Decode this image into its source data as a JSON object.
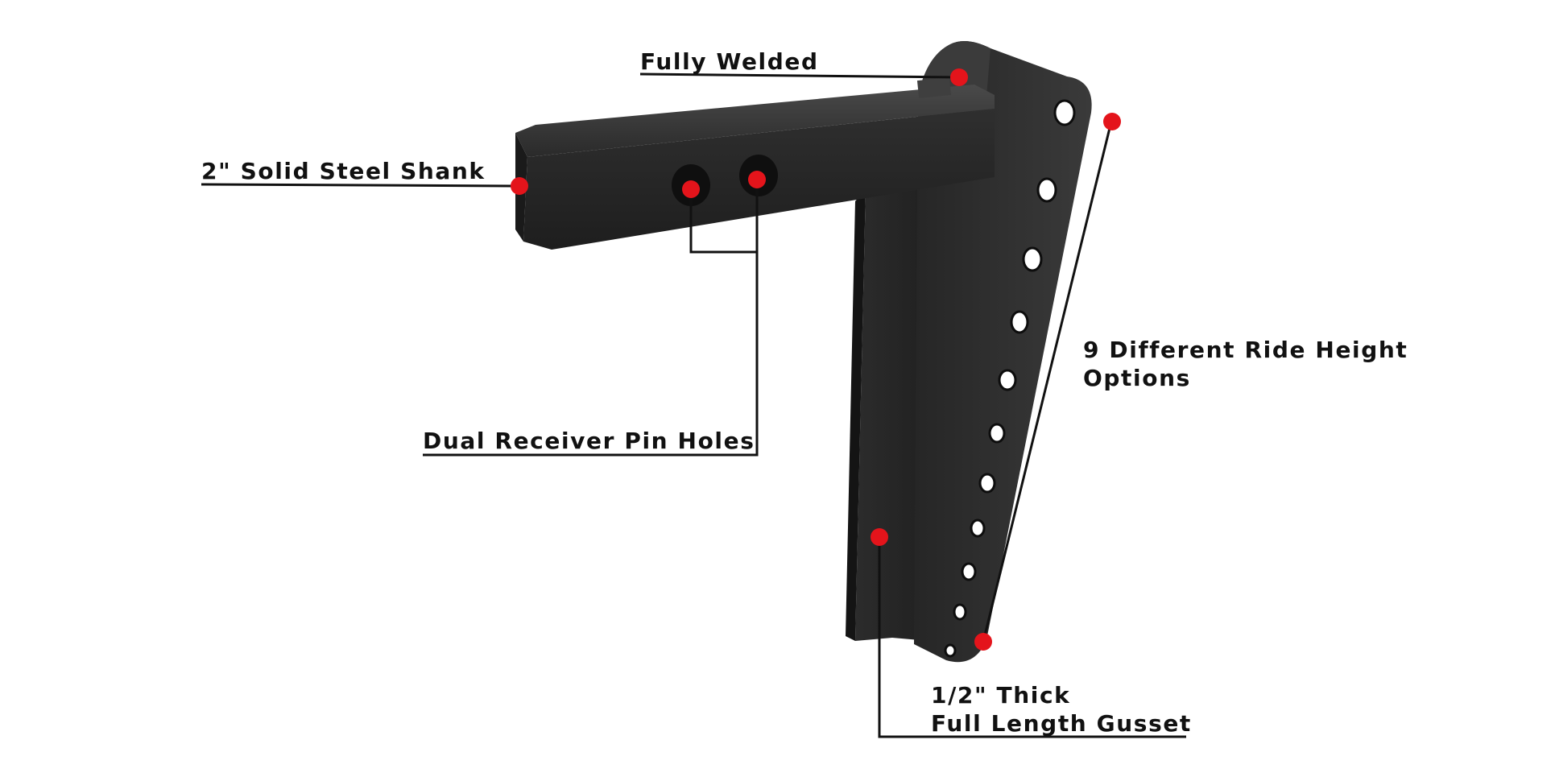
{
  "colors": {
    "background": "#ffffff",
    "metal_dark": "#1f1f1f",
    "metal_mid": "#2d2d2d",
    "metal_light": "#3a3a3a",
    "leader_line": "#111111",
    "marker_red": "#e4141b",
    "label_text": "#111111"
  },
  "callouts": {
    "fully_welded": "Fully Welded",
    "shank": "2\" Solid Steel Shank",
    "pin_holes": "Dual Receiver Pin Holes",
    "ride_height_line1": "9 Different Ride Height",
    "ride_height_line2": "Options",
    "gusset_line1": "1/2\" Thick",
    "gusset_line2": "Full Length Gusset"
  }
}
